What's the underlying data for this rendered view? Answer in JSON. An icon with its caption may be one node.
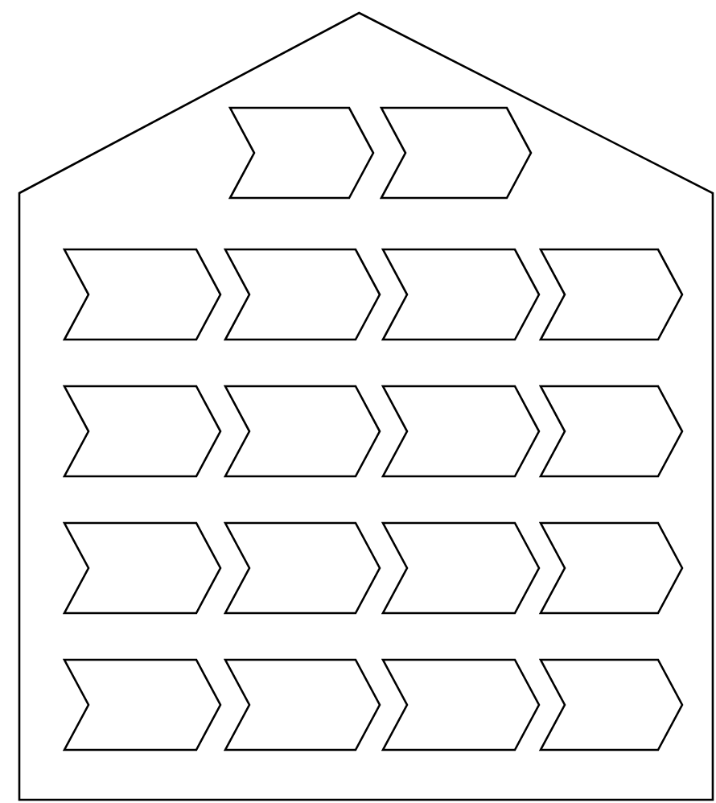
{
  "diagram": {
    "nodes": [
      {
        "text": [],
        "shape": "house"
      },
      {
        "text": [],
        "shape": "chevron",
        "in": 0
      },
      {
        "text": [],
        "shape": "chevron",
        "in": 0
      },
      {
        "text": [],
        "shape": "chevron",
        "in": 0
      },
      {
        "text": [],
        "shape": "chevron",
        "in": 0
      },
      {
        "text": [],
        "shape": "chevron",
        "in": 0
      },
      {
        "text": [],
        "shape": "chevron",
        "in": 0
      },
      {
        "text": [],
        "shape": "chevron",
        "in": 0
      },
      {
        "text": [],
        "shape": "chevron",
        "in": 0
      },
      {
        "text": [],
        "shape": "chevron",
        "in": 0
      },
      {
        "text": [],
        "shape": "chevron",
        "in": 0
      },
      {
        "text": [],
        "shape": "chevron",
        "in": 0
      },
      {
        "text": [],
        "shape": "chevron",
        "in": 0
      },
      {
        "text": [],
        "shape": "chevron",
        "in": 0
      },
      {
        "text": [],
        "shape": "chevron",
        "in": 0
      },
      {
        "text": [],
        "shape": "chevron",
        "in": 0
      },
      {
        "text": [],
        "shape": "chevron",
        "in": 0
      },
      {
        "text": [],
        "shape": "chevron",
        "in": 0
      },
      {
        "text": [],
        "shape": "chevron",
        "in": 0
      }
    ]
  }
}
